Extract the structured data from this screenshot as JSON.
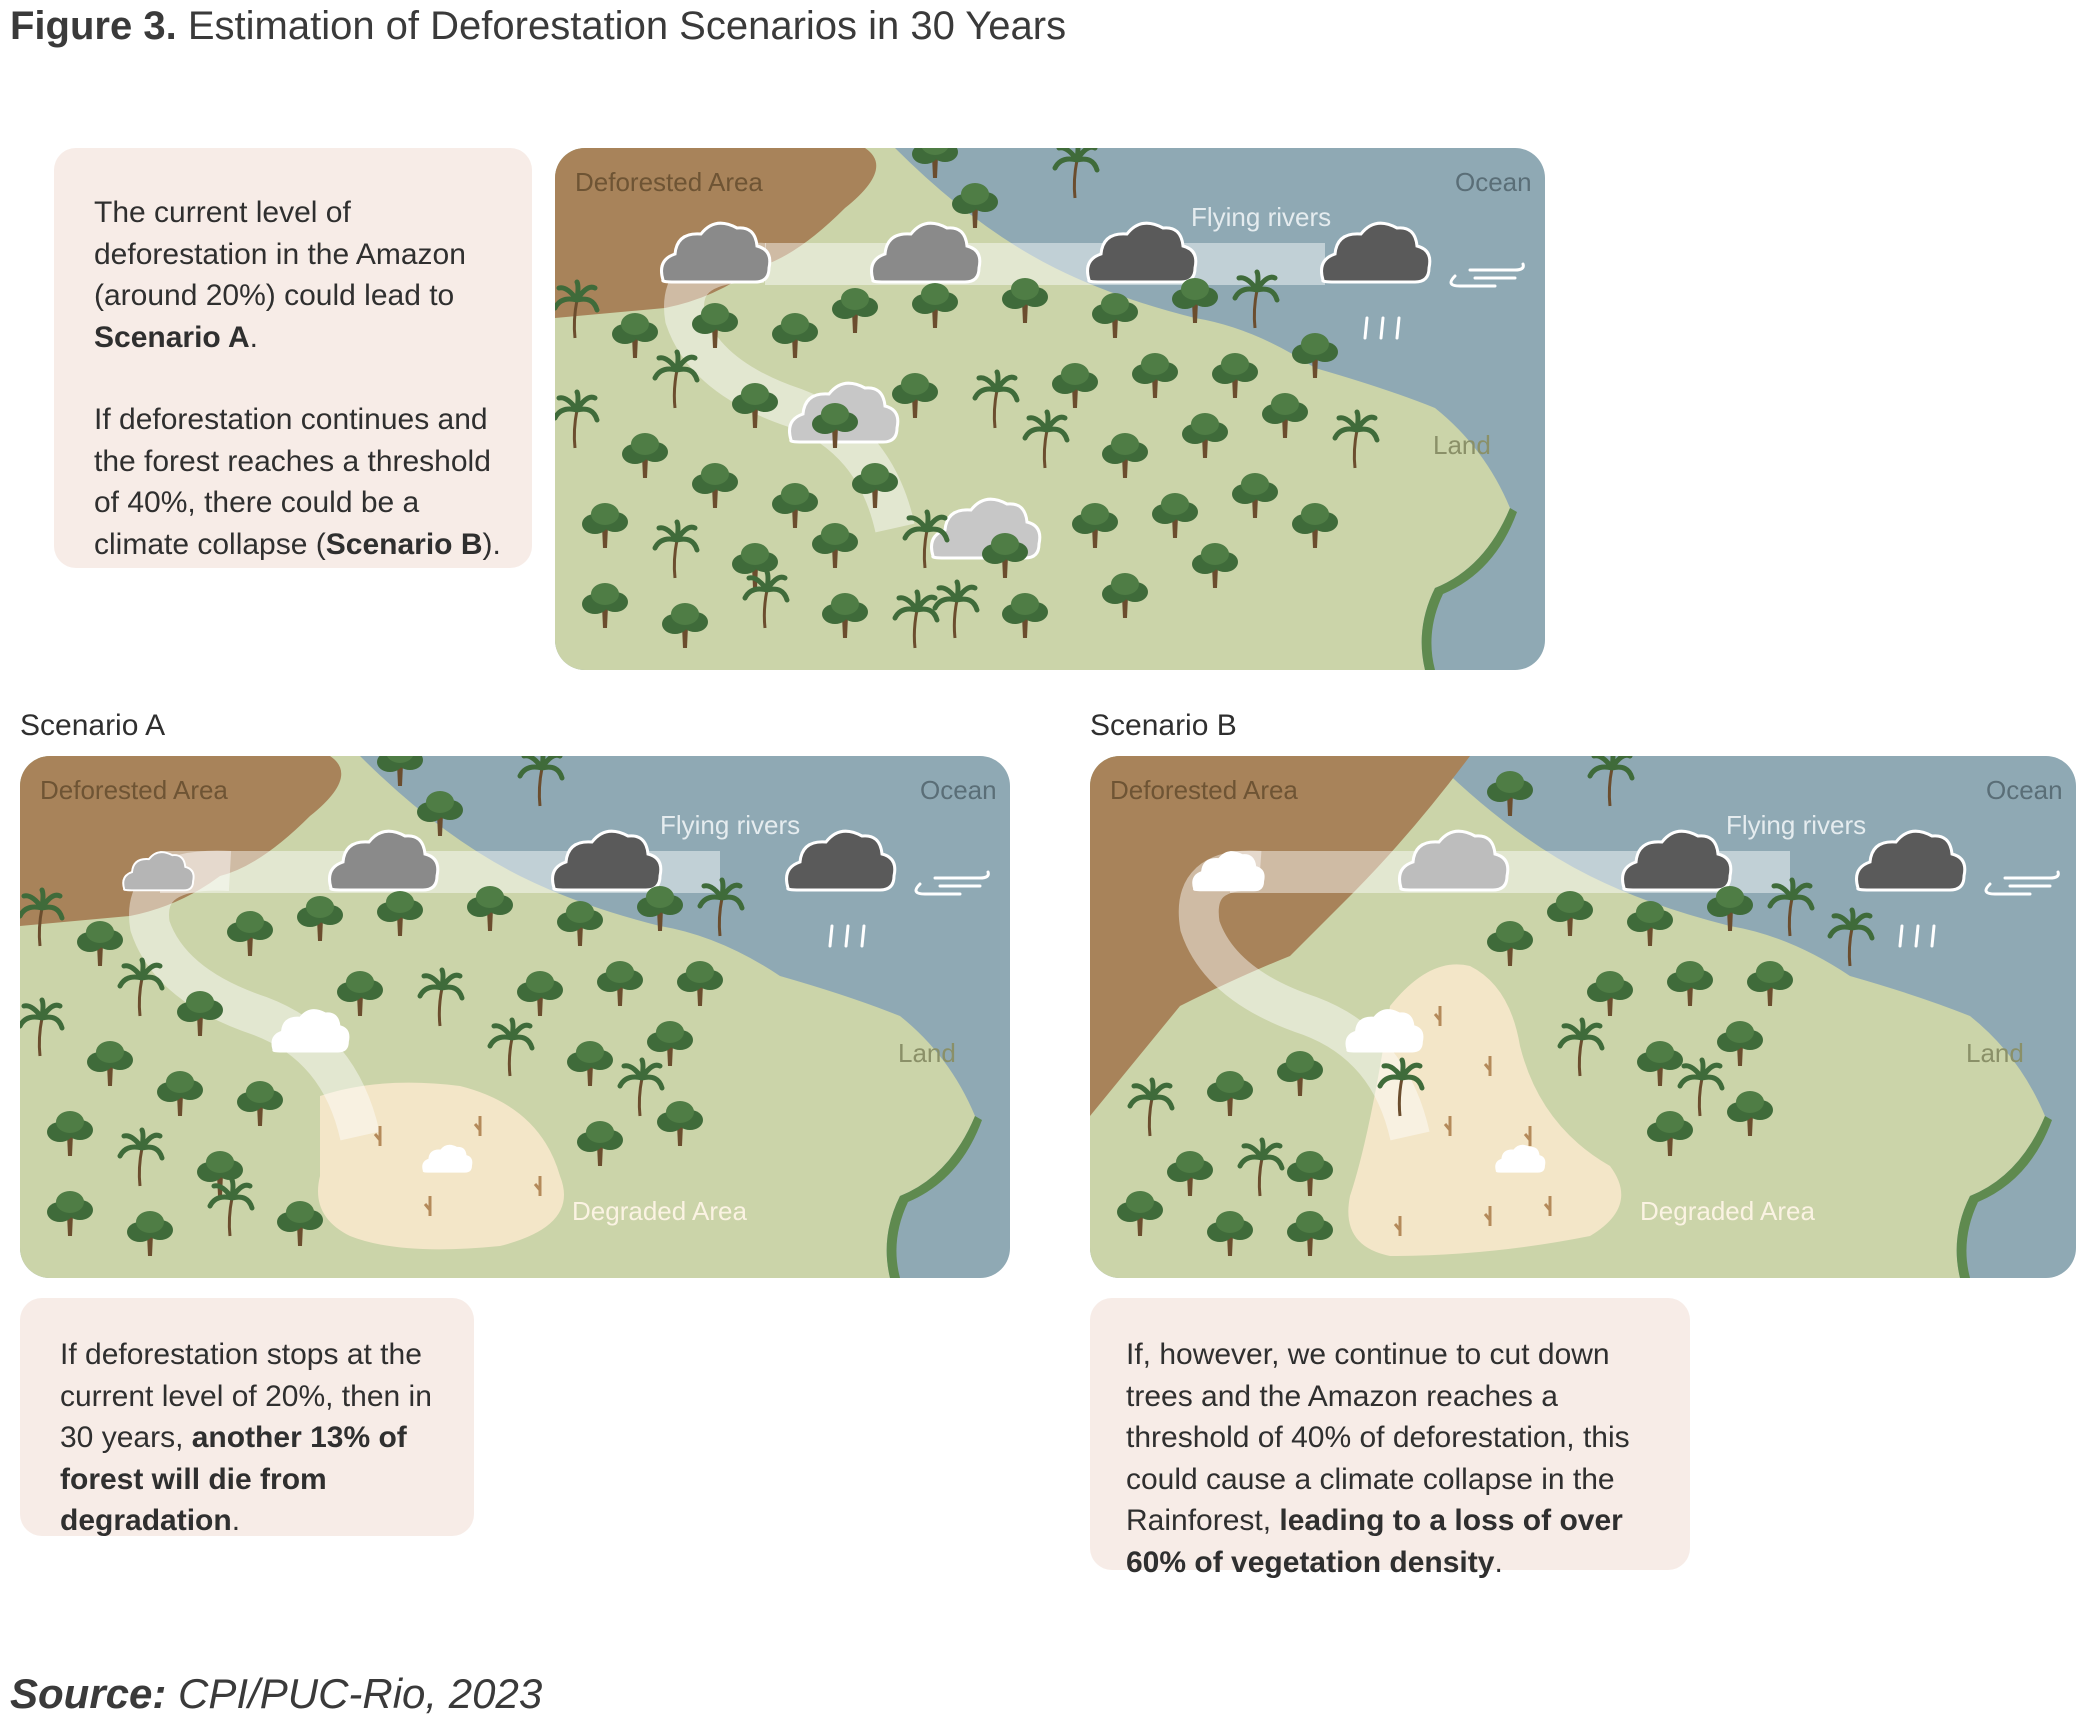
{
  "figure": {
    "label": "Figure 3.",
    "title": "Estimation of Deforestation Scenarios in 30 Years"
  },
  "intro": {
    "p1_pre": "The current level of deforestation in the Amazon (around 20%) could lead to ",
    "p1_bold": "Scenario A",
    "p1_post": ".",
    "p2_pre": "If deforestation continues and the forest reaches a threshold of 40%, there could be a climate collapse (",
    "p2_bold": "Scenario B",
    "p2_post": ")."
  },
  "map_labels": {
    "deforested": "Deforested Area",
    "ocean": "Ocean",
    "flying_rivers": "Flying rivers",
    "land": "Land",
    "degraded": "Degraded Area"
  },
  "scenario_a": {
    "label": "Scenario A",
    "text_pre": "If deforestation stops at the current level of 20%, then in 30 years, ",
    "text_bold": "another 13% of forest will die from degradation",
    "text_post": "."
  },
  "scenario_b": {
    "label": "Scenario B",
    "text_pre": "If, however, we continue to cut down trees and the Amazon reaches a threshold of 40% of deforestation, this could cause a climate collapse in the Rainforest, ",
    "text_bold": "leading to a loss of over 60% of vegetation density",
    "text_post": "."
  },
  "source": {
    "label": "Source:",
    "text": "CPI/PUC-Rio, 2023"
  },
  "colors": {
    "ocean": "#8fa9b4",
    "land": "#cbd4a9",
    "deforested": "#a8835a",
    "degraded": "#f3e6c8",
    "tree_dark": "#3f6b3a",
    "tree_mid": "#5b8a4c",
    "note_bg": "#f7ece7"
  }
}
